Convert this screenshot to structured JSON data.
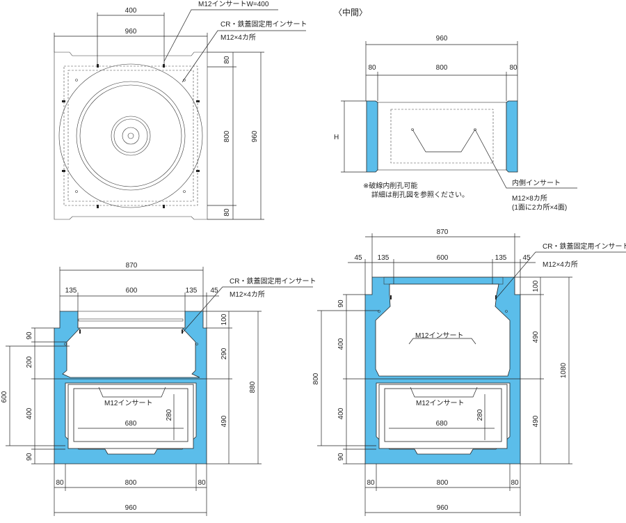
{
  "title_middle": "〈中間〉",
  "top_view": {
    "dim_top_insert": "400",
    "dim_width": "960",
    "dim_right_total": "960",
    "dim_right_top": "80",
    "dim_right_mid": "800",
    "dim_right_bottom": "80",
    "label_insert_w": "M12インサートW=400",
    "label_cr_insert": "CR・鉄蓋固定用インサート",
    "label_cr_count": "M12×4カ所"
  },
  "middle_view": {
    "dim_total": "960",
    "dim_left": "80",
    "dim_center": "800",
    "dim_right": "80",
    "dim_h": "H",
    "note_1": "※破線内削孔可能",
    "note_2": "詳細は削孔図を参照ください。",
    "label_inner_insert": "内側インサート",
    "label_inner_count": "M12×8カ所",
    "label_inner_detail": "(1面に2カ所×4面)"
  },
  "left_view": {
    "dim_top": "870",
    "dim_135_left": "135",
    "dim_600": "600",
    "dim_135_right": "135",
    "dim_45": "45",
    "label_cr_insert": "CR・鉄蓋固定用インサート",
    "label_cr_count": "M12×4カ所",
    "dim_left_90_top": "90",
    "dim_left_200": "200",
    "dim_left_600": "600",
    "dim_left_400": "400",
    "dim_left_90_bottom": "90",
    "dim_right_100": "100",
    "dim_right_290": "290",
    "dim_right_880": "880",
    "dim_right_490": "490",
    "label_m12_insert": "M12インサート",
    "dim_opening_280": "280",
    "dim_opening_680": "680",
    "dim_bottom_80_left": "80",
    "dim_bottom_800": "800",
    "dim_bottom_80_right": "80",
    "dim_bottom_960": "960"
  },
  "right_view": {
    "dim_top": "870",
    "dim_45_left": "45",
    "dim_135_left": "135",
    "dim_600": "600",
    "dim_135_right": "135",
    "dim_45_right": "45",
    "label_cr_insert": "CR・鉄蓋固定用インサート",
    "label_cr_count": "M12×4カ所",
    "dim_left_90_top": "90",
    "dim_left_400_top": "400",
    "dim_left_800": "800",
    "dim_left_400_bottom": "400",
    "dim_left_90_bottom": "90",
    "dim_right_100": "100",
    "dim_right_490_top": "490",
    "dim_right_1080": "1080",
    "dim_right_490_bottom": "490",
    "label_m12_insert_upper": "M12インサート",
    "label_m12_insert_lower": "M12インサート",
    "dim_opening_280": "280",
    "dim_opening_680": "680",
    "dim_bottom_80_left": "80",
    "dim_bottom_800": "800",
    "dim_bottom_80_right": "80",
    "dim_bottom_960": "960"
  },
  "colors": {
    "concrete": "#5bbdea",
    "line": "#222222"
  }
}
